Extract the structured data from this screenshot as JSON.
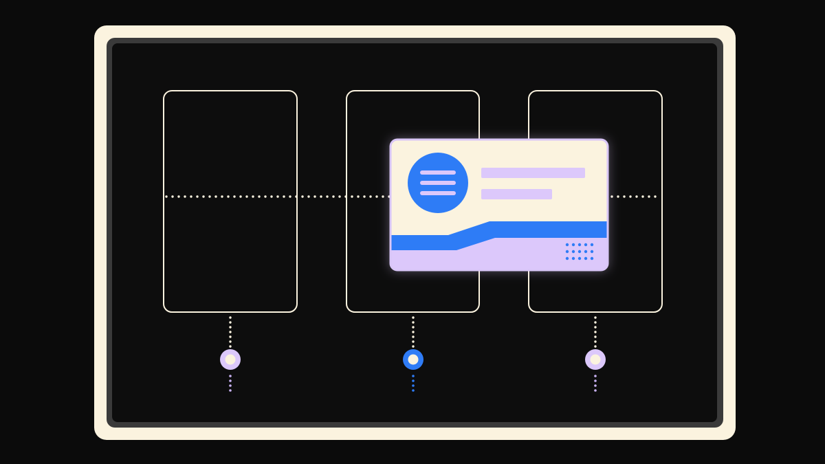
{
  "colors": {
    "background": "#0b0b0b",
    "frame_outer": "#fbf3df",
    "frame_inner_border": "#3a3a3a",
    "screen": "#0d0d0d",
    "panel_outline": "#fbf3df",
    "connector_dots": "#fbf3df",
    "card_fill": "#fbf3df",
    "card_border": "#d9c6f7",
    "accent_blue": "#2f7cf6",
    "accent_lavender": "#dcc8fb",
    "node_inactive_ring": "#dcc8fb",
    "node_center": "#fbf3df",
    "trail_inactive": "#c8b2f2",
    "trail_active": "#2f7cf6"
  },
  "card": {
    "icon": "menu-lines-icon",
    "text_lines": 2,
    "dot_grid": {
      "rows": 3,
      "cols": 5
    }
  },
  "nodes": [
    {
      "state": "inactive"
    },
    {
      "state": "active"
    },
    {
      "state": "inactive"
    }
  ]
}
